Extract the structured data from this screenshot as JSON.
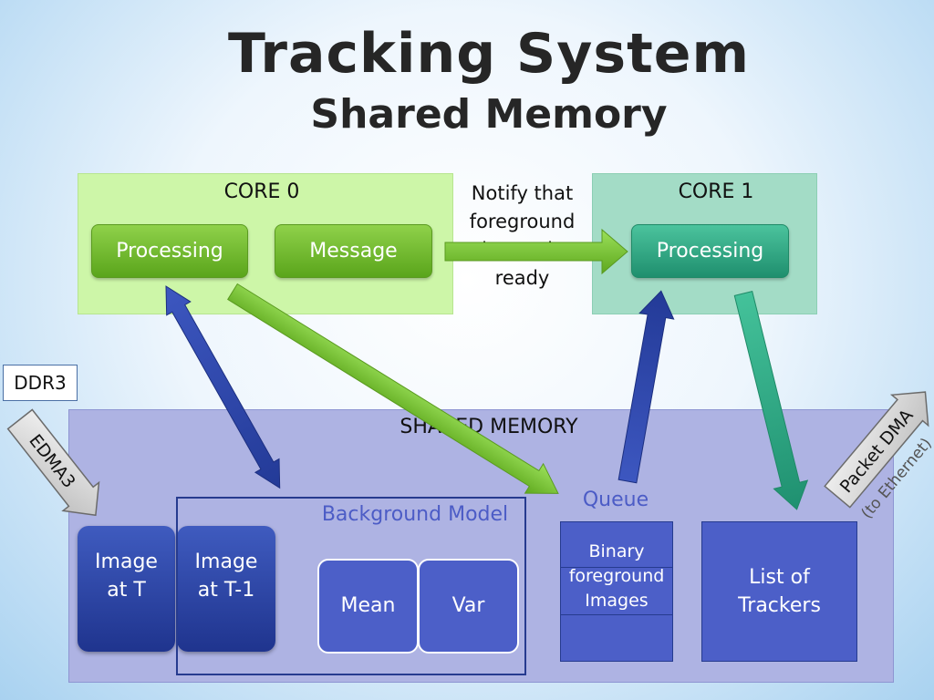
{
  "title": "Tracking System",
  "subtitle": "Shared Memory",
  "core0": {
    "label": "CORE 0",
    "processing": "Processing",
    "message": "Message"
  },
  "core1": {
    "label": "CORE 1",
    "processing": "Processing"
  },
  "notify": "Notify that foreground image is ready",
  "ddr3": "DDR3",
  "edma3": "EDMA3",
  "packet_dma": "Packet DMA",
  "to_ethernet": "(to Ethernet)",
  "shared": {
    "label": "SHARED MEMORY",
    "image_t": "Image at T",
    "image_t1": "Image at T-1",
    "background_model": "Background Model",
    "mean": "Mean",
    "var": "Var",
    "queue": "Queue",
    "binary": "Binary foreground Images",
    "trackers": "List of Trackers"
  },
  "colors": {
    "core0_bg": "#cdf6a8",
    "core1_bg": "#a3dcc6",
    "shared_bg": "#aeb3e3",
    "green_button": "#6cb82c",
    "teal_button": "#2aa07d",
    "dark_blue": "#2a3f9c",
    "accent_text": "#4c5cc6"
  }
}
